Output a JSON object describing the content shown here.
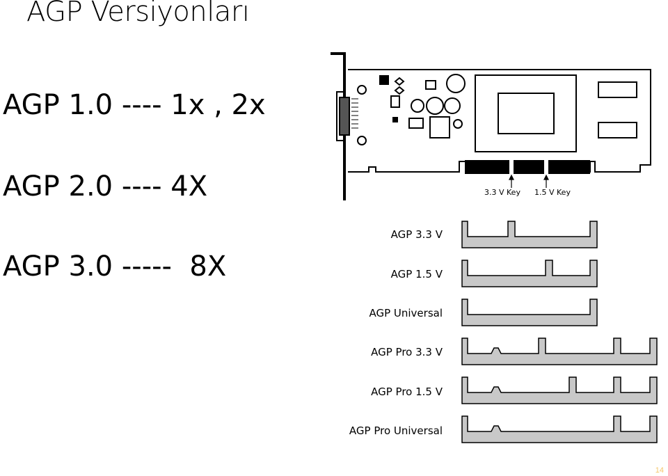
{
  "title": "AGP Versiyonları",
  "versions": [
    {
      "text": "AGP 1.0 ---- 1x , 2x"
    },
    {
      "text": "AGP 2.0 ---- 4X"
    },
    {
      "text": "AGP 3.0 -----  8X"
    }
  ],
  "card_keys": {
    "key1": "3.3 V Key",
    "key2": "1.5 V Key"
  },
  "slots": [
    {
      "label": "AGP 3.3 V"
    },
    {
      "label": "AGP 1.5 V"
    },
    {
      "label": "AGP Universal"
    },
    {
      "label": "AGP Pro 3.3 V"
    },
    {
      "label": "AGP Pro 1.5 V"
    },
    {
      "label": "AGP Pro Universal"
    }
  ],
  "page_number": "14"
}
